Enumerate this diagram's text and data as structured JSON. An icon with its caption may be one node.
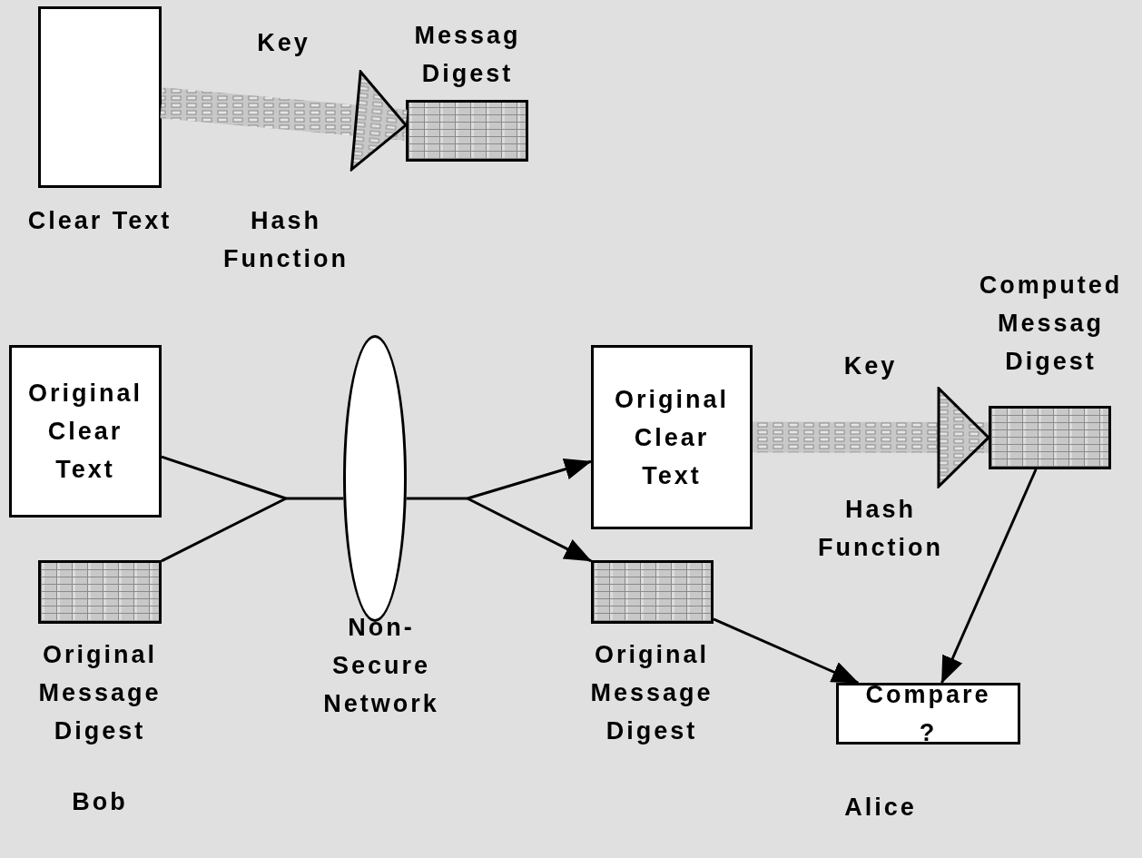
{
  "diagram": {
    "nodes": [
      {
        "text": [
          "Clear Text"
        ]
      },
      {
        "text": [
          "Messag Digest"
        ]
      },
      {
        "text": [
          "Original Clear Text"
        ]
      },
      {
        "text": [
          "Original Message Digest"
        ]
      },
      {
        "text": [
          "Non- Secure Network"
        ]
      },
      {
        "text": [
          "Original Clear Text"
        ]
      },
      {
        "text": [
          "Original Message Digest"
        ]
      },
      {
        "text": [
          "Computed Messag Digest"
        ]
      },
      {
        "text": [
          "Compare ?"
        ]
      }
    ],
    "edges": [
      {
        "from": 0,
        "to": 1,
        "arrow": "to",
        "label": "Key",
        "style": "thick"
      },
      {
        "from": 2,
        "to": 4,
        "arrow": "none"
      },
      {
        "from": 3,
        "to": 4,
        "arrow": "none"
      },
      {
        "from": 4,
        "to": 5,
        "arrow": "to"
      },
      {
        "from": 4,
        "to": 6,
        "arrow": "to"
      },
      {
        "from": 5,
        "to": 7,
        "arrow": "to",
        "label": "Key",
        "style": "thick"
      },
      {
        "from": 6,
        "to": 8,
        "arrow": "to"
      },
      {
        "from": 7,
        "to": 8,
        "arrow": "to"
      }
    ],
    "labels": [
      "Hash Function",
      "Hash Function",
      "Bob",
      "Alice"
    ]
  }
}
